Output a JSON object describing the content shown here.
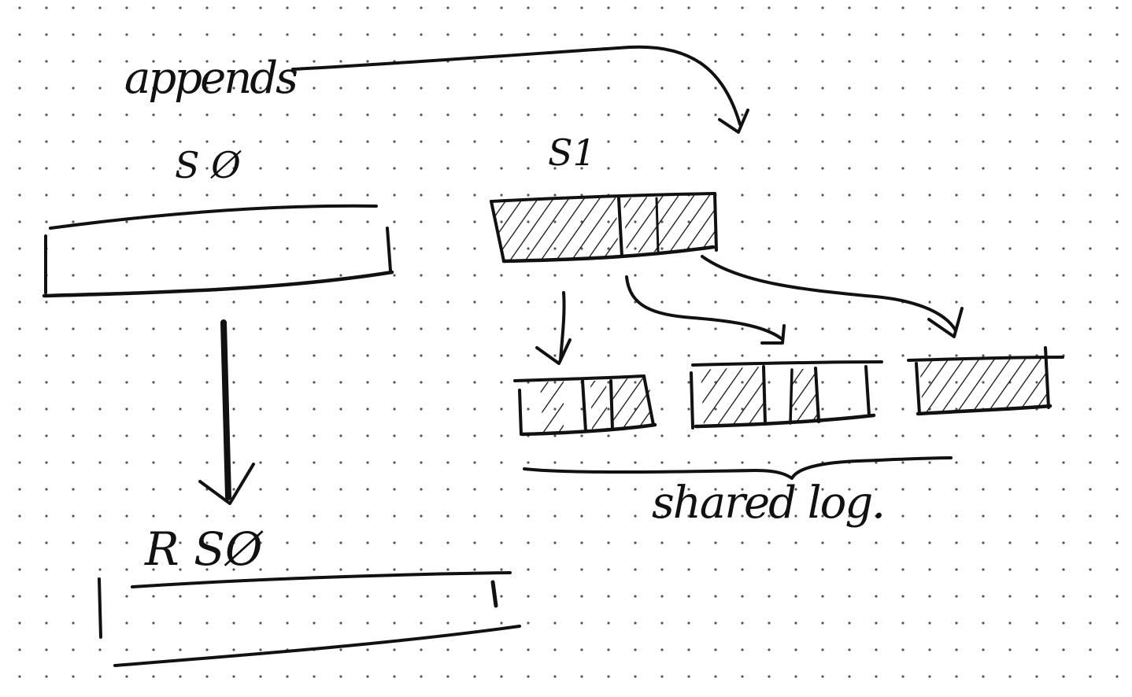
{
  "labels": {
    "appends": "appends",
    "s0": "S Ø",
    "s1": "S1",
    "rs0": "R SØ",
    "shared_log": "shared log."
  },
  "colors": {
    "background": "#ffffff",
    "ink": "#111111",
    "dot_grid": "#555555"
  },
  "dot_grid": true
}
